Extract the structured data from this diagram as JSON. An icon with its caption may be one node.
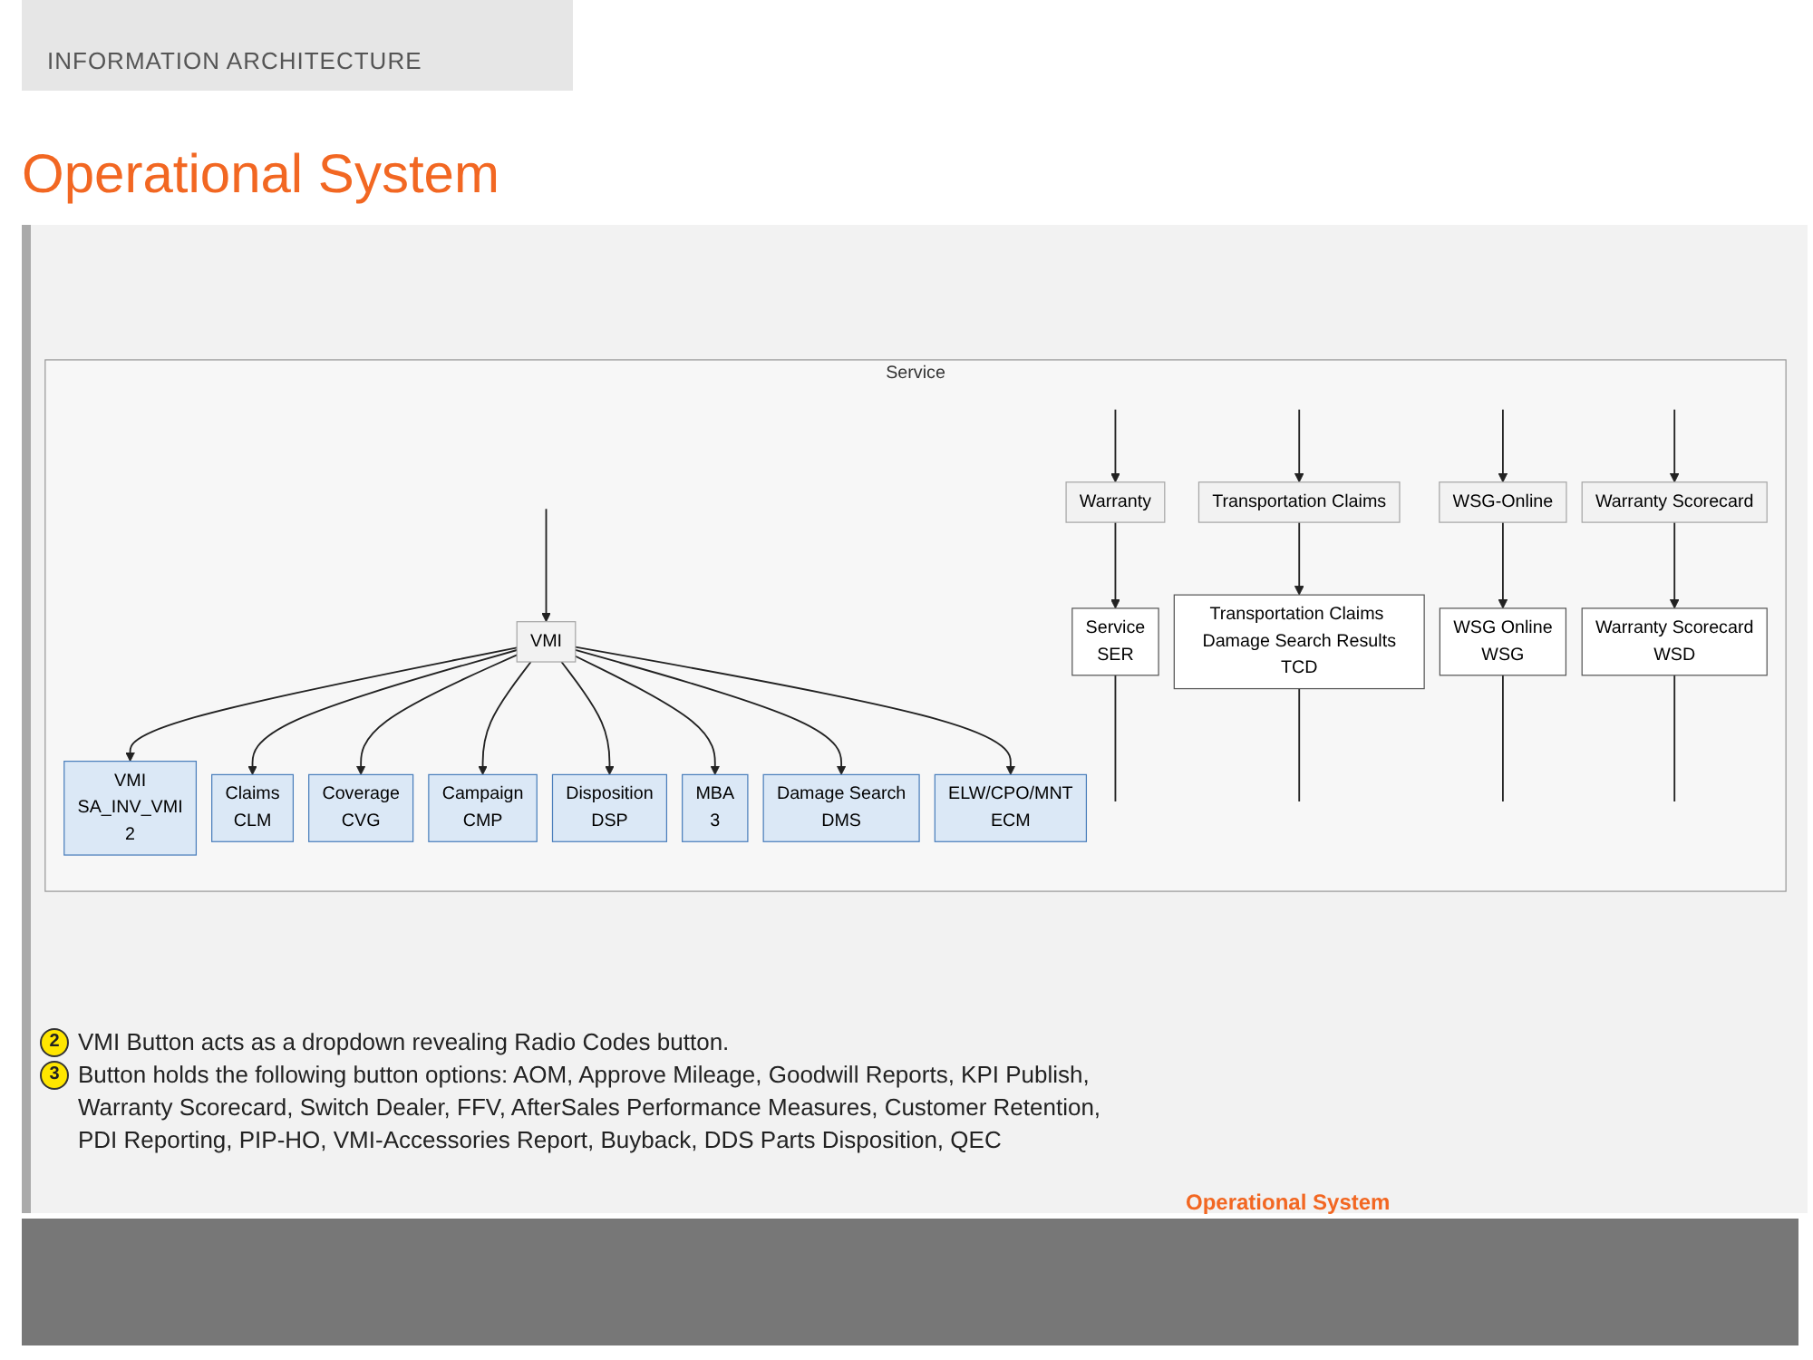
{
  "diagram": {
    "title": "Operational System",
    "nodes": [
      {
        "text": [
          "Service"
        ]
      },
      {
        "text": [
          "VMI"
        ],
        "in": 0
      },
      {
        "text": [
          "VMI",
          "SA_INV_VMI",
          "2"
        ],
        "in": 0
      },
      {
        "text": [
          "Claims",
          "CLM"
        ],
        "in": 0
      },
      {
        "text": [
          "Coverage",
          "CVG"
        ],
        "in": 0
      },
      {
        "text": [
          "Campaign",
          "CMP"
        ],
        "in": 0
      },
      {
        "text": [
          "Disposition",
          "DSP"
        ],
        "in": 0
      },
      {
        "text": [
          "MBA",
          "3"
        ],
        "in": 0
      },
      {
        "text": [
          "Damage Search",
          "DMS"
        ],
        "in": 0
      },
      {
        "text": [
          "ELW/CPO/MNT",
          "ECM"
        ],
        "in": 0
      },
      {
        "text": [
          "Warranty"
        ],
        "in": 0
      },
      {
        "text": [
          "Transportation Claims"
        ],
        "in": 0
      },
      {
        "text": [
          "WSG-Online"
        ],
        "in": 0
      },
      {
        "text": [
          "Warranty Scorecard"
        ],
        "in": 0
      },
      {
        "text": [
          "Service",
          "SER"
        ],
        "in": 0
      },
      {
        "text": [
          "Transportation Claims Damage Search Results",
          "TCD"
        ],
        "in": 0
      },
      {
        "text": [
          "WSG Online",
          "WSG"
        ],
        "in": 0
      },
      {
        "text": [
          "Warranty Scorecard",
          "WSD"
        ],
        "in": 0
      }
    ],
    "edges": [
      {
        "from": null,
        "to": 1,
        "arrow": "to"
      },
      {
        "from": 1,
        "to": 2,
        "arrow": "to"
      },
      {
        "from": 1,
        "to": 3,
        "arrow": "to"
      },
      {
        "from": 1,
        "to": 4,
        "arrow": "to"
      },
      {
        "from": 1,
        "to": 5,
        "arrow": "to"
      },
      {
        "from": 1,
        "to": 6,
        "arrow": "to"
      },
      {
        "from": 1,
        "to": 7,
        "arrow": "to"
      },
      {
        "from": 1,
        "to": 8,
        "arrow": "to"
      },
      {
        "from": 1,
        "to": 9,
        "arrow": "to"
      },
      {
        "from": null,
        "to": 10,
        "arrow": "to"
      },
      {
        "from": null,
        "to": 11,
        "arrow": "to"
      },
      {
        "from": null,
        "to": 12,
        "arrow": "to"
      },
      {
        "from": null,
        "to": 13,
        "arrow": "to"
      },
      {
        "from": 10,
        "to": 14,
        "arrow": "to"
      },
      {
        "from": 11,
        "to": 15,
        "arrow": "to"
      },
      {
        "from": 12,
        "to": 16,
        "arrow": "to"
      },
      {
        "from": 13,
        "to": 17,
        "arrow": "to"
      },
      {
        "from": 14,
        "to": null,
        "arrow": "none"
      },
      {
        "from": 15,
        "to": null,
        "arrow": "none"
      },
      {
        "from": 16,
        "to": null,
        "arrow": "none"
      },
      {
        "from": 17,
        "to": null,
        "arrow": "none"
      }
    ],
    "labels": [
      "INFORMATION ARCHITECTURE",
      "2",
      "VMI Button acts as a dropdown revealing Radio Codes button.",
      "3",
      "Button holds the following button options: AOM, Approve Mileage, Goodwill Reports, KPI Publish, Warranty Scorecard, Switch Dealer, FFV, AfterSales Performance Measures, Customer Retention, PDI Reporting, PIP-HO, VMI-Accessories Report, Buyback, DDS Parts Disposition, QEC",
      "Operational System"
    ]
  }
}
